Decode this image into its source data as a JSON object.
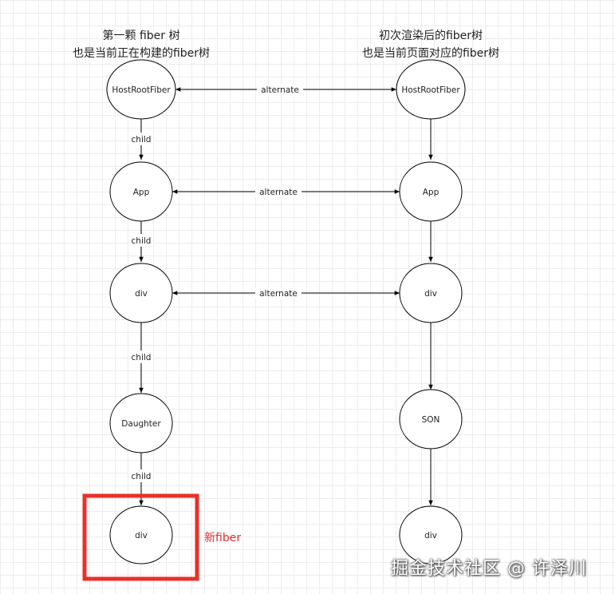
{
  "captions": {
    "left_line1": "第一颗 fiber 树",
    "left_line2": "也是当前正在构建的fiber树",
    "right_line1": "初次渲染后的fiber树",
    "right_line2": "也是当前页面对应的fiber树"
  },
  "left_tree": {
    "nodes": [
      "HostRootFiber",
      "App",
      "div",
      "Daughter",
      "div"
    ],
    "edge_labels": [
      "child",
      "child",
      "child",
      "child"
    ]
  },
  "right_tree": {
    "nodes": [
      "HostRootFiber",
      "App",
      "div",
      "SON",
      "div"
    ]
  },
  "alternate_links": [
    "alternate",
    "alternate",
    "alternate"
  ],
  "highlight": {
    "label": "新fiber",
    "color": "#e03030"
  },
  "watermark": "掘金技术社区 @ 许泽川"
}
